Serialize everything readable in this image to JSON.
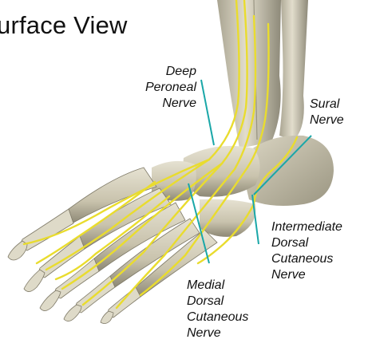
{
  "title": "urface View",
  "labels": {
    "deep_peroneal": [
      "Deep",
      "Peroneal",
      "Nerve"
    ],
    "sural": [
      "Sural",
      "Nerve"
    ],
    "intermediate": [
      "Intermediate",
      "Dorsal",
      "Cutaneous",
      "Nerve"
    ],
    "medial": [
      "Medial",
      "Dorsal",
      "Cutaneous",
      "Nerve"
    ]
  },
  "colors": {
    "nerve": "#e9dc2e",
    "leader_line": "#1aa7a8",
    "bone": "#cfc9b4",
    "bone_shadow": "#8f8a78"
  }
}
